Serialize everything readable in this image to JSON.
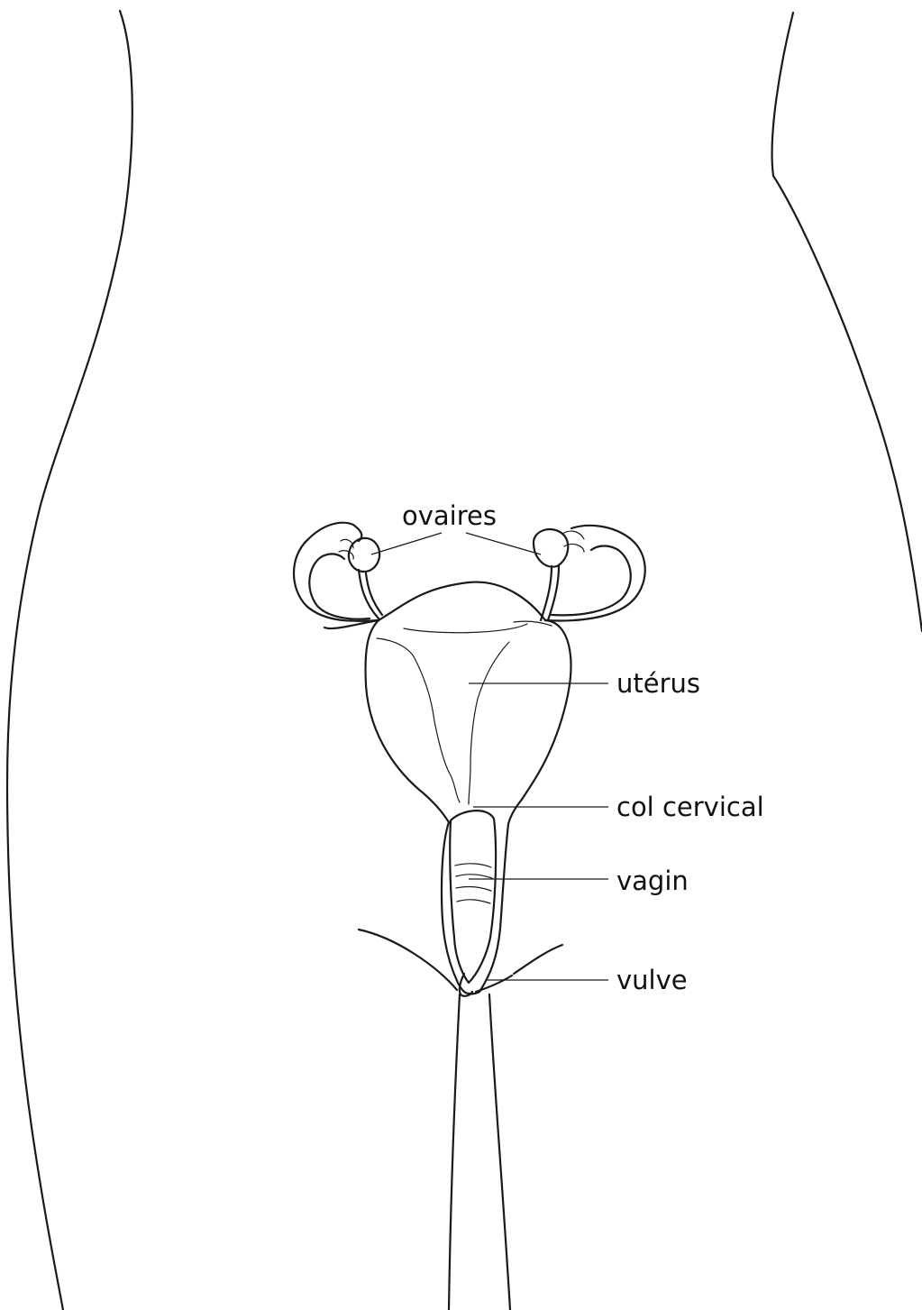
{
  "colors": {
    "line": "#1a1a1a",
    "background": "#ffffff",
    "text": "#111111"
  },
  "labels": {
    "ovaires": "ovaires",
    "uterus": "utérus",
    "col_cervical": "col cervical",
    "vagin": "vagin",
    "vulve": "vulve"
  }
}
